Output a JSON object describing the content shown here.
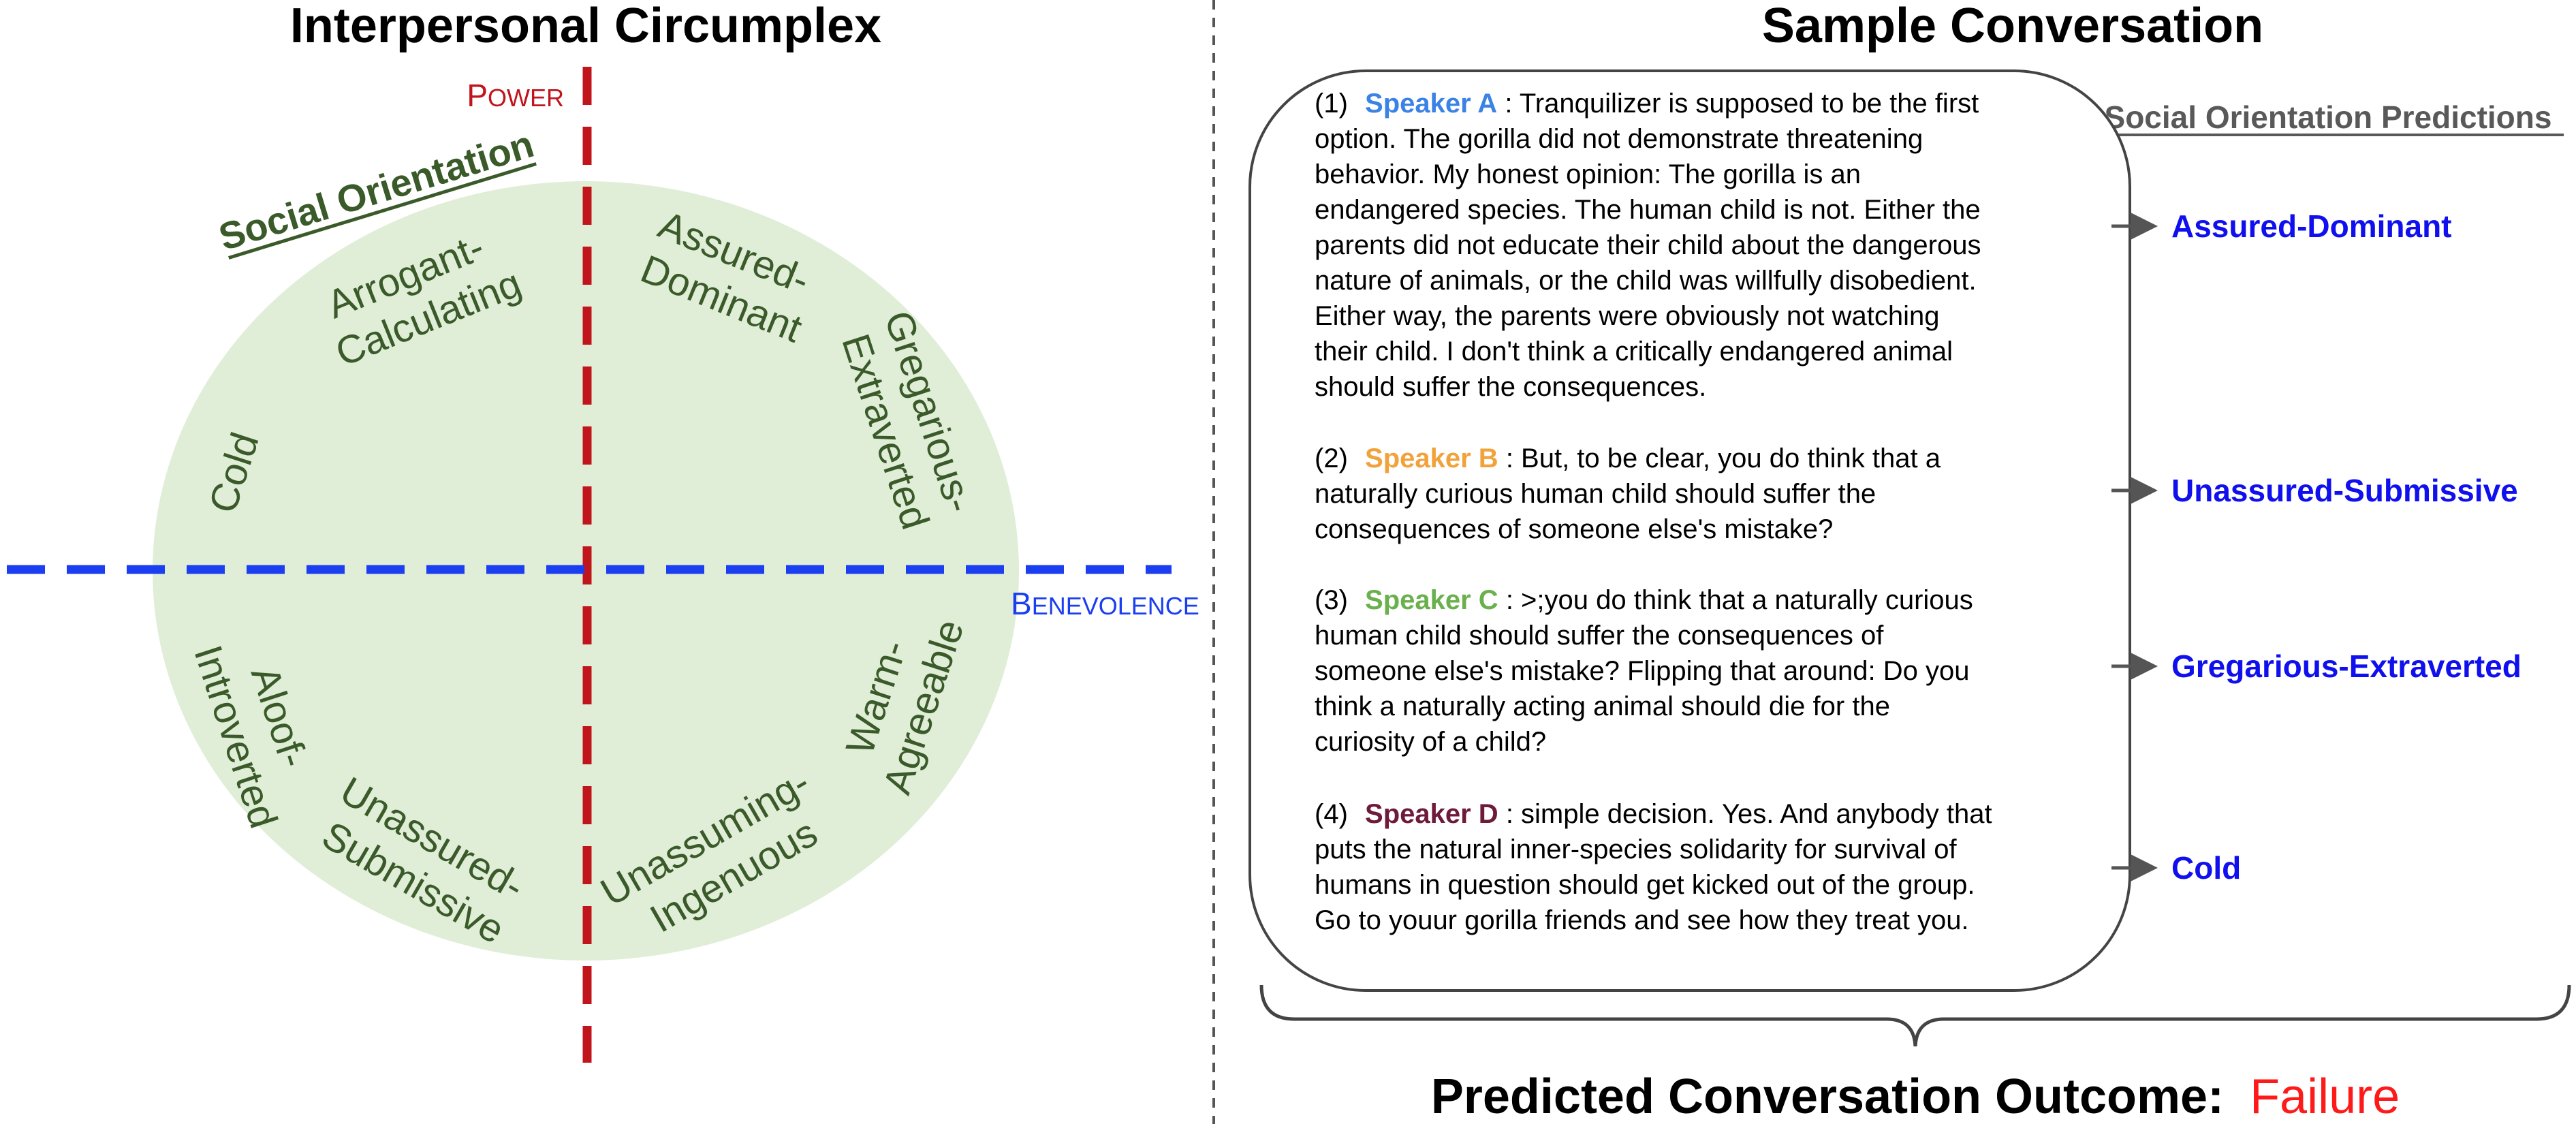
{
  "left": {
    "title": "Interpersonal Circumplex",
    "power_label": "Power",
    "benevolence_label": "Benevolence",
    "social_orientation_label": "Social Orientation",
    "octants": {
      "assured_dominant": [
        "Assured-",
        "Dominant"
      ],
      "arrogant_calculating": [
        "Arrogant-",
        "Calculating"
      ],
      "cold": [
        "Cold"
      ],
      "gregarious_extraverted": [
        "Gregarious-",
        "Extraverted"
      ],
      "aloof_introverted": [
        "Aloof-",
        "Introverted"
      ],
      "unassured_submissive": [
        "Unassured-",
        "Submissive"
      ],
      "unassuming_ingenuous": [
        "Unassuming-",
        "Ingenuous"
      ],
      "warm_agreeable": [
        "Warm-",
        "Agreeable"
      ]
    }
  },
  "right": {
    "title": "Sample Conversation",
    "predictions_header": "Social Orientation Predictions",
    "utterances": [
      {
        "index": "(1)",
        "speaker": "Speaker A",
        "lines": [
          ": Tranquilizer is supposed to be the first",
          "option. The gorilla did not demonstrate  threatening",
          "behavior. My honest opinion: The gorilla is an",
          "endangered species. The human child is not. Either the",
          "parents did not educate their child about the dangerous",
          "nature of animals, or the child was willfully disobedient.",
          "Either way, the parents were obviously not watching",
          "their child. I don't think a critically endangered animal",
          "should suffer the consequences."
        ],
        "prediction": "Assured-Dominant"
      },
      {
        "index": "(2)",
        "speaker": "Speaker B",
        "lines": [
          ": But, to be clear, you do think that a",
          "naturally curious human child should suffer the",
          "consequences of someone else's mistake?"
        ],
        "prediction": "Unassured-Submissive"
      },
      {
        "index": "(3)",
        "speaker": "Speaker C",
        "lines": [
          ": >;you do think that a naturally curious",
          "human child should suffer the consequences of",
          "someone else's mistake? Flipping that around: Do you",
          "think a naturally acting animal should die for the",
          "curiosity of a child?"
        ],
        "prediction": "Gregarious-Extraverted"
      },
      {
        "index": "(4)",
        "speaker": "Speaker D",
        "lines": [
          ": simple decision. Yes. And anybody that",
          "puts the natural inner-species solidarity for survival of",
          "humans in question should get kicked out of the group.",
          "Go to youur gorilla friends and see how they treat you."
        ],
        "prediction": "Cold"
      }
    ],
    "outcome_label": "Predicted Conversation Outcome:",
    "outcome_value": "Failure"
  },
  "colors": {
    "circle_fill": "#e0eed8",
    "octant_text": "#3a5a2a",
    "power_axis": "#c0151b",
    "benevolence_axis": "#1a3ef0",
    "speaker_a": "#3b82e6",
    "speaker_b": "#f2a23a",
    "speaker_c": "#6ab04c",
    "speaker_d": "#6e1a3a",
    "prediction_text": "#1010ee",
    "failure": "#ff1a1a",
    "gray_text": "#595959"
  }
}
